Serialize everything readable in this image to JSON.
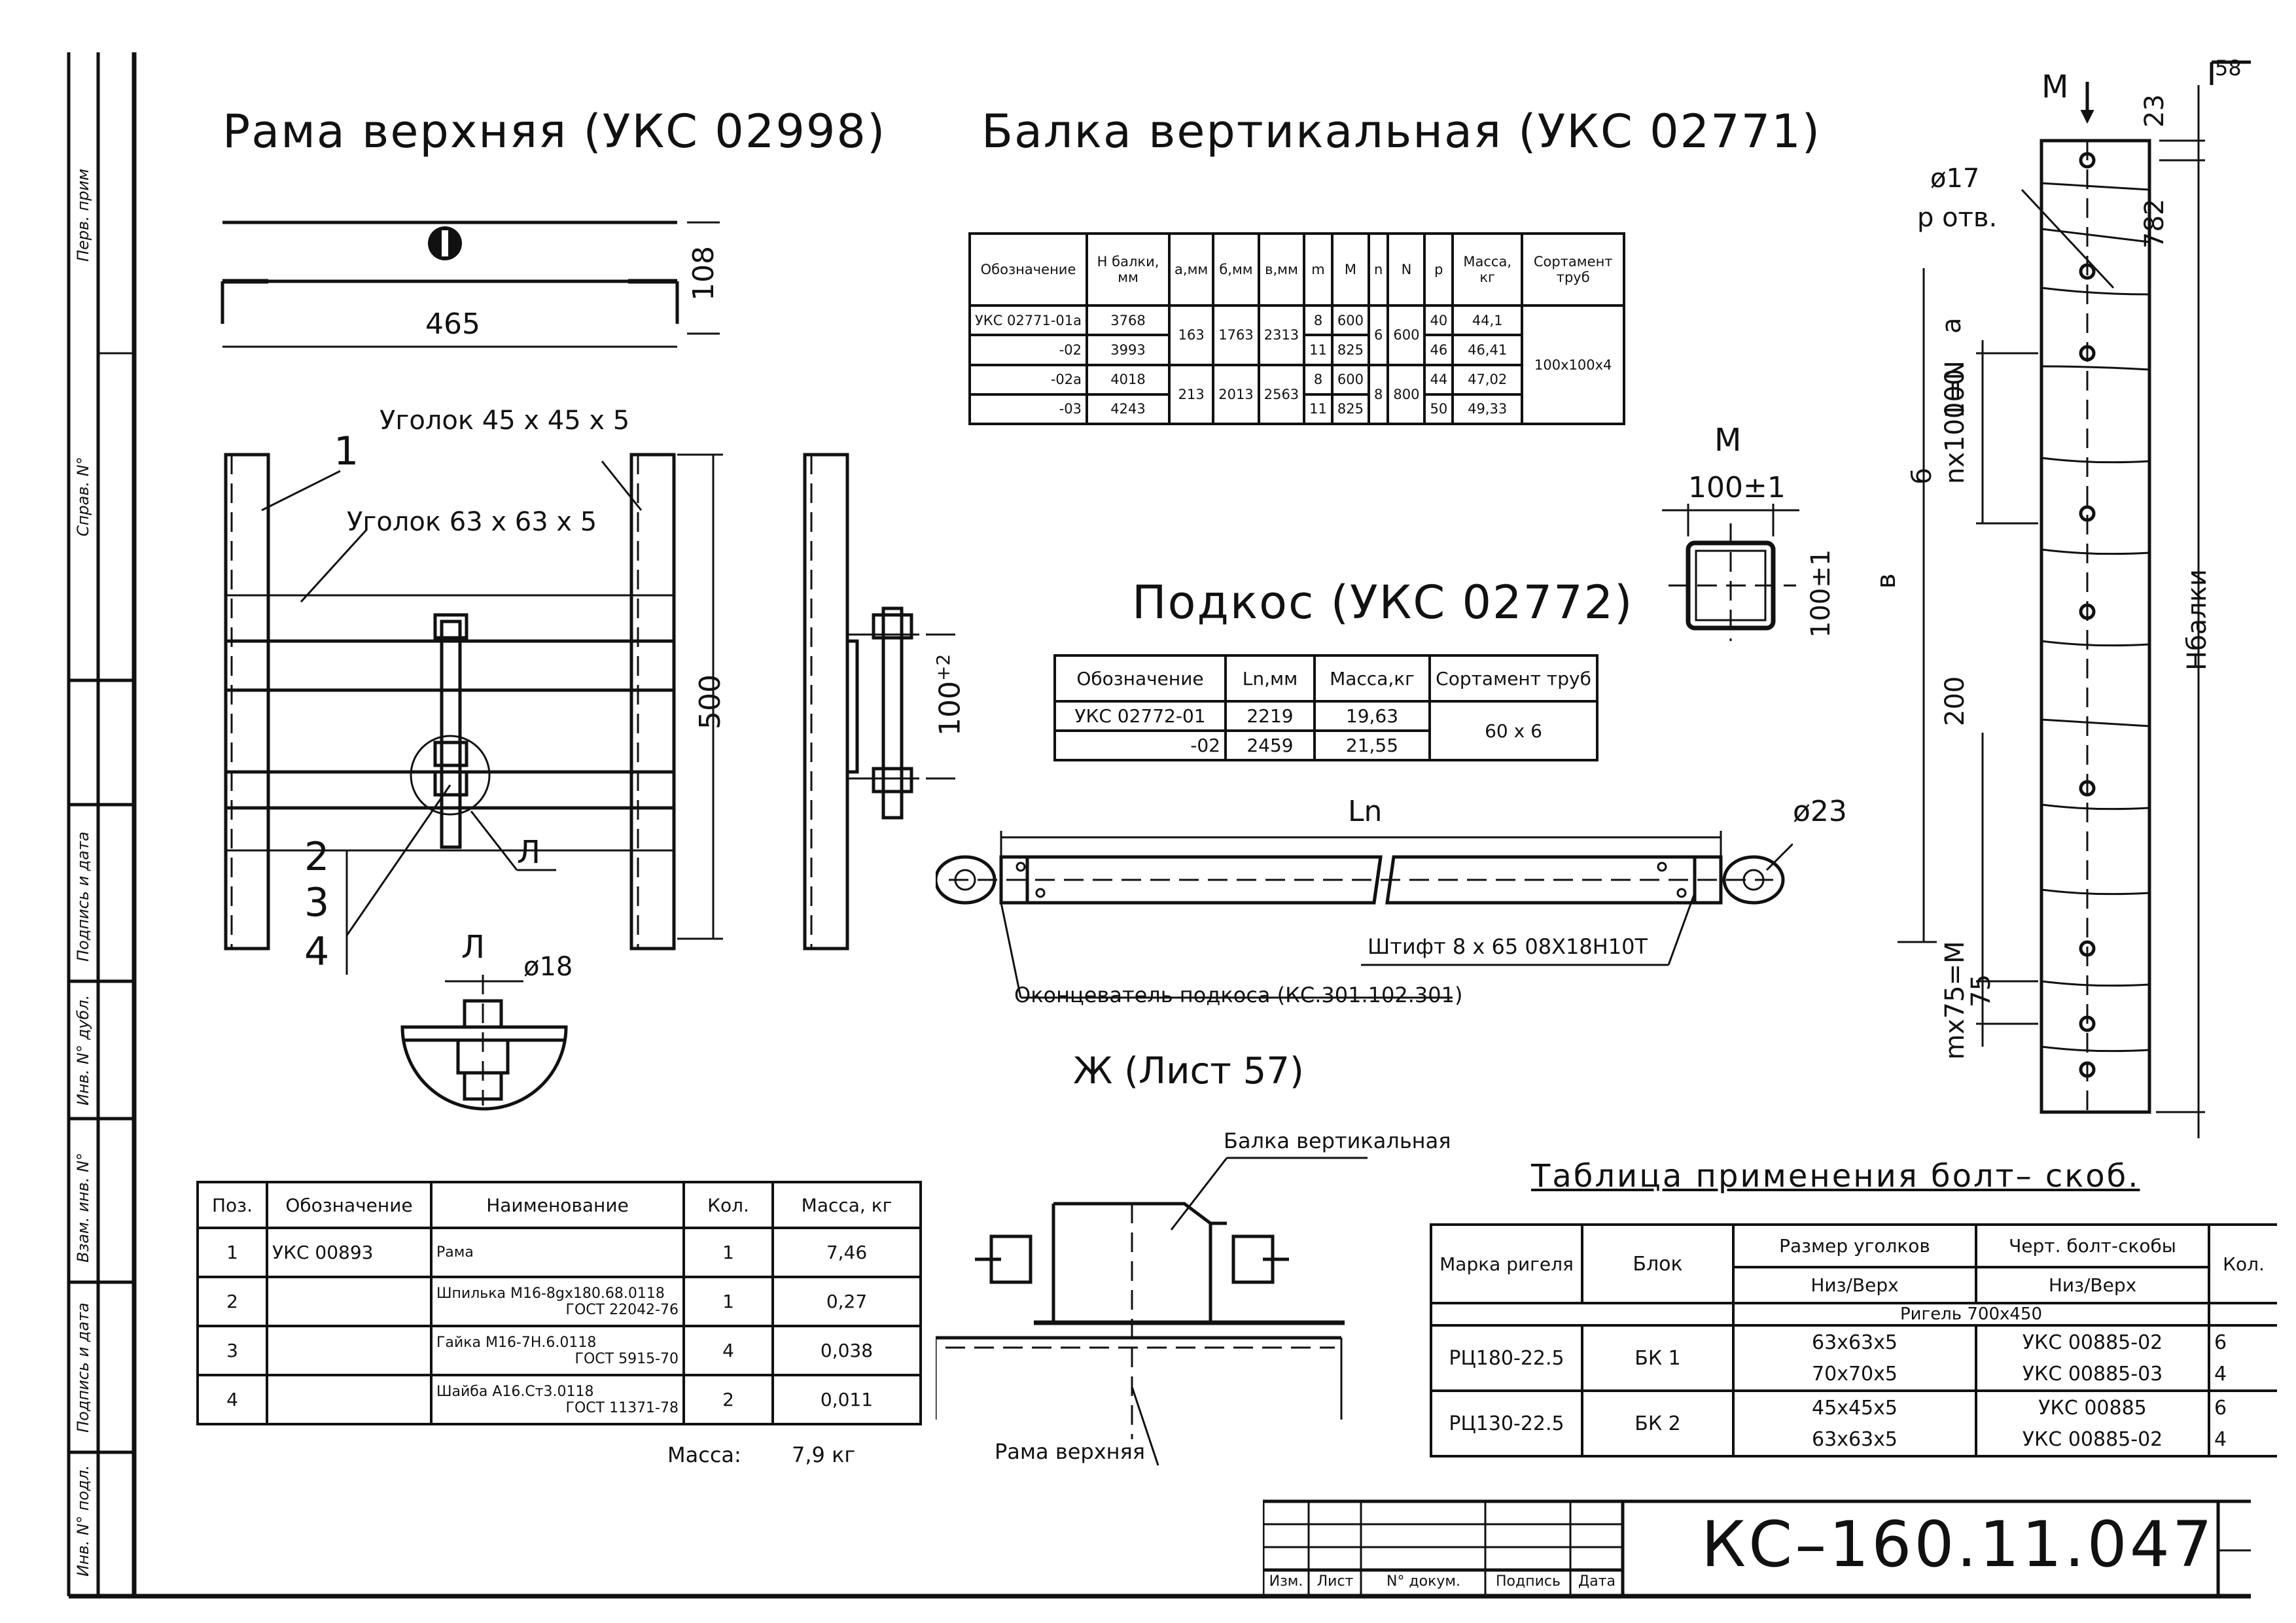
{
  "titles": {
    "rama": "Рама верхняя (УКС 02998)",
    "balka": "Балка вертикальная (УКС 02771)",
    "podkos": "Подкос (УКС 02772)",
    "zh": "Ж (Лист 57)",
    "table_bolt": "Таблица применения болт– скоб."
  },
  "sheet_number_corner": "58",
  "left_margin": {
    "labels": [
      "Перв. прим",
      "Справ. N°",
      "Подпись и дата",
      "Инв. N° дубл.",
      "Взам. инв. N°",
      "Подпись и дата",
      "Инв. N° подл."
    ]
  },
  "rama_dims": {
    "width": "465",
    "height": "108",
    "height_500": "500",
    "dim_100": "100",
    "dim_100_tol": "+2",
    "ugolok_45": "Уголок 45 x 45 x 5",
    "ugolok_63": "Уголок 63 x 63 x 5",
    "callouts": [
      "1",
      "2",
      "3",
      "4"
    ],
    "l_marker": "Л",
    "detail_l": "Л",
    "detail_dia": "ø18"
  },
  "balka_table": {
    "headers": [
      "Обозначение",
      "Н балки, мм",
      "а,мм",
      "б,мм",
      "в,мм",
      "m",
      "M",
      "n",
      "N",
      "p",
      "Масса, кг",
      "Сортамент труб"
    ],
    "rows": [
      [
        "УКС 02771-01а",
        "3768",
        "163",
        "1763",
        "2313",
        "8",
        "600",
        "6",
        "600",
        "40",
        "44,1",
        "100x100x4"
      ],
      [
        "-02",
        "3993",
        "",
        "",
        "",
        "11",
        "825",
        "",
        "",
        "46",
        "46,41",
        ""
      ],
      [
        "-02а",
        "4018",
        "213",
        "2013",
        "2563",
        "8",
        "600",
        "8",
        "800",
        "44",
        "47,02",
        ""
      ],
      [
        "-03",
        "4243",
        "",
        "",
        "",
        "11",
        "825",
        "",
        "",
        "50",
        "49,33",
        ""
      ]
    ]
  },
  "section_m": {
    "label": "M",
    "width": "100±1",
    "height": "100±1"
  },
  "podkos_table": {
    "headers": [
      "Обозначение",
      "Ln,мм",
      "Масса,кг",
      "Сортамент труб"
    ],
    "rows": [
      [
        "УКС 02772-01",
        "2219",
        "19,63",
        "60 x 6"
      ],
      [
        "-02",
        "2459",
        "21,55",
        ""
      ]
    ]
  },
  "podkos_drawing": {
    "ln": "Ln",
    "dia": "ø23",
    "shtift": "Штифт 8 x 65 08Х18Н10Т",
    "okonch": "Оконцеватель подкоса (КС.301.102.301)"
  },
  "zh_drawing": {
    "balka": "Балка вертикальная",
    "rama": "Рама верхняя"
  },
  "beam_right": {
    "m": "M",
    "dia": "ø17",
    "p_otv": "p отв.",
    "d23": "23",
    "d782": "782",
    "a": "а",
    "d100": "100",
    "nx100": "nx100=N",
    "b": "б",
    "v": "в",
    "d200": "200",
    "mx75": "mx75=M",
    "d75": "75",
    "hbalki": "Hбалки"
  },
  "parts_table": {
    "headers": [
      "Поз.",
      "Обозначение",
      "Наименование",
      "Кол.",
      "Масса, кг"
    ],
    "rows": [
      [
        "1",
        "УКС 00893",
        "Рама",
        "",
        "1",
        "7,46"
      ],
      [
        "2",
        "",
        "Шпилька М16-8gx180.68.0118",
        "ГОСТ 22042-76",
        "1",
        "0,27"
      ],
      [
        "3",
        "",
        "Гайка М16-7Н.6.0118",
        "ГОСТ 5915-70",
        "4",
        "0,038"
      ],
      [
        "4",
        "",
        "Шайба А16.Ст3.0118",
        "ГОСТ 11371-78",
        "2",
        "0,011"
      ]
    ],
    "mass_label": "Масса:",
    "mass_value": "7,9 кг"
  },
  "bolt_table": {
    "h_marka": "Марка ригеля",
    "h_blok": "Блок",
    "h_razmer": "Размер уголков",
    "h_cherm": "Черт. болт-скобы",
    "h_niz1": "Низ/Верх",
    "h_niz2": "Низ/Верх",
    "h_kol": "Кол.",
    "sub": "Ригель 700x450",
    "rows": [
      [
        "РЦ180-22.5",
        "БК 1",
        "63x63x5",
        "УКС 00885-02",
        "6"
      ],
      [
        "",
        "",
        "70x70x5",
        "УКС 00885-03",
        "4"
      ],
      [
        "РЦ130-22.5",
        "БК 2",
        "45x45x5",
        "УКС 00885",
        "6"
      ],
      [
        "",
        "",
        "63x63x5",
        "УКС 00885-02",
        "4"
      ]
    ]
  },
  "title_block": {
    "doc": "КС–160.11.047",
    "cols": [
      "Изм.",
      "Лист",
      "N° докум.",
      "Подпись",
      "Дата"
    ]
  }
}
